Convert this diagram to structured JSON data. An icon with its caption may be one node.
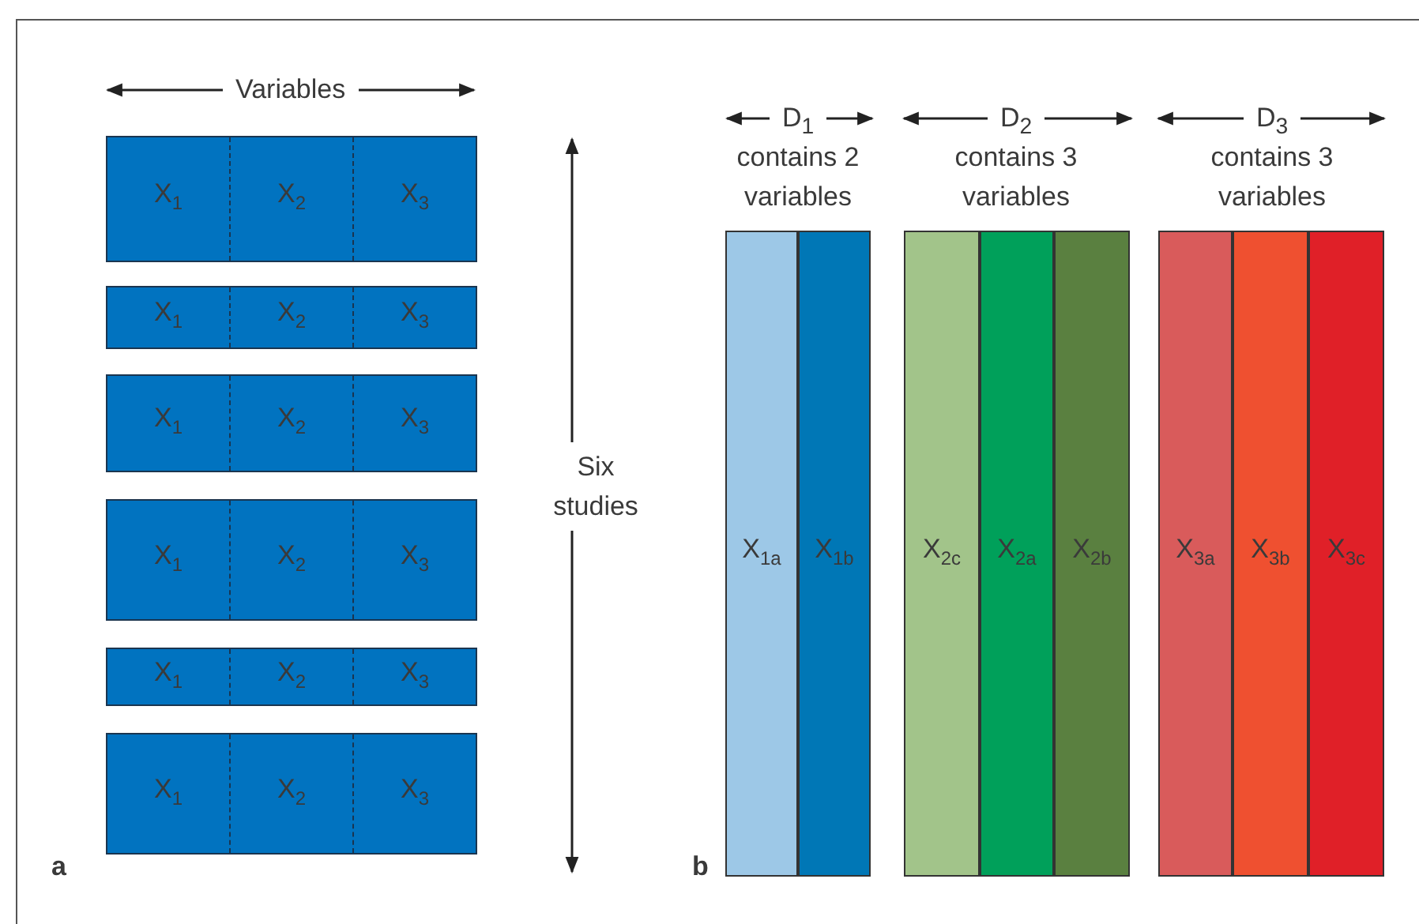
{
  "diagram": {
    "nodes": [
      {
        "text": [
          "X$_{1}$",
          "X$_{2}$",
          "X$_{3}$"
        ]
      },
      {
        "text": [
          "X$_{1}$",
          "X$_{2}$",
          "X$_{3}$"
        ]
      },
      {
        "text": [
          "X$_{1}$",
          "X$_{2}$",
          "X$_{3}$"
        ]
      },
      {
        "text": [
          "X$_{1}$",
          "X$_{2}$",
          "X$_{3}$"
        ]
      },
      {
        "text": [
          "X$_{1}$",
          "X$_{2}$",
          "X$_{3}$"
        ]
      },
      {
        "text": [
          "X$_{1}$",
          "X$_{2}$",
          "X$_{3}$"
        ]
      },
      {
        "text": [
          "X$_{1a}$"
        ]
      },
      {
        "text": [
          "X$_{1b}$"
        ]
      },
      {
        "text": [
          "X$_{2c}$"
        ]
      },
      {
        "text": [
          "X$_{2a}$"
        ]
      },
      {
        "text": [
          "X$_{2b}$"
        ]
      },
      {
        "text": [
          "X$_{3a}$"
        ]
      },
      {
        "text": [
          "X$_{3b}$"
        ]
      },
      {
        "text": [
          "X$_{3c}$"
        ]
      }
    ],
    "labels": [
      "Variables",
      "D$_{1}$",
      "contains 2 variables",
      "D$_{2}$",
      "contains 3 variables",
      "D$_{3}$",
      "contains 3 variables",
      "Six studies",
      "a",
      "b"
    ]
  }
}
